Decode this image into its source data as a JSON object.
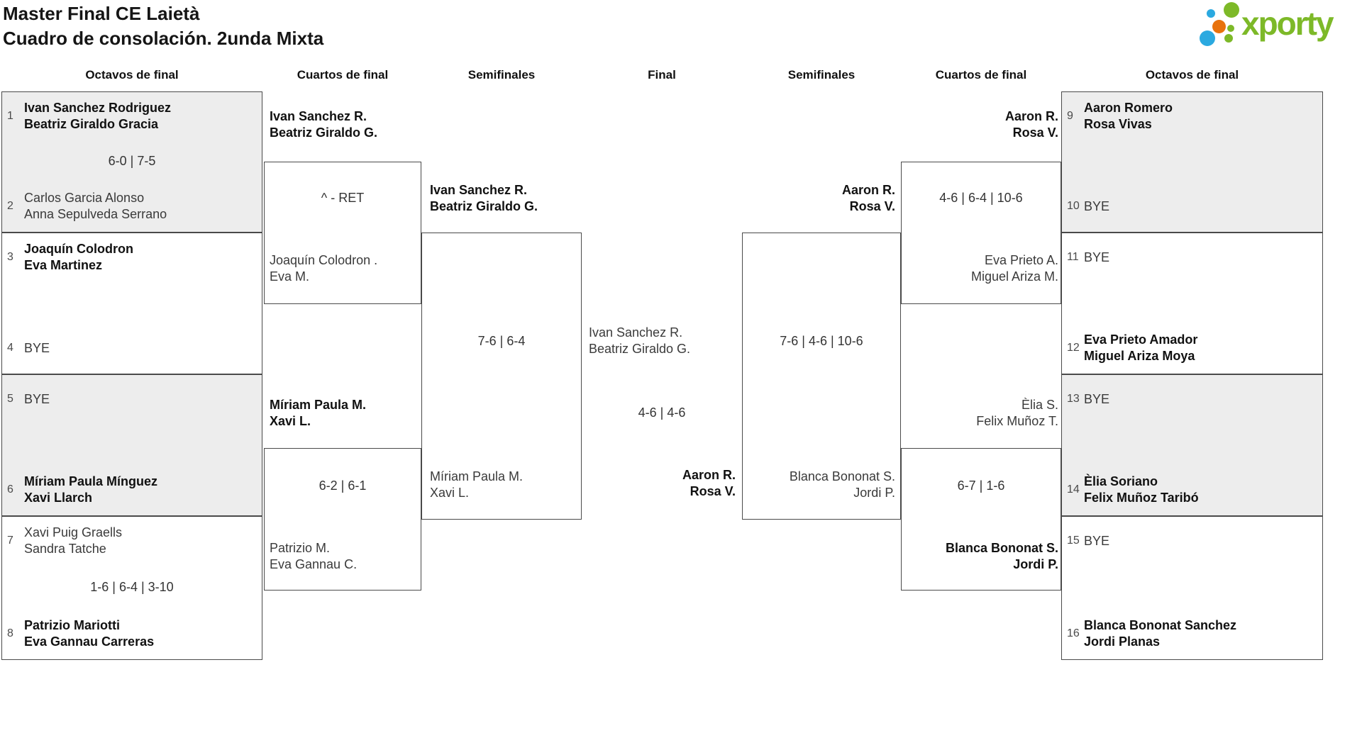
{
  "page": {
    "title_line1": "Master Final CE Laietà",
    "title_line2": "Cuadro de consolación. 2unda Mixta"
  },
  "logo": {
    "text": "xporty"
  },
  "colors": {
    "brand_green": "#7db928",
    "brand_blue": "#2ba9e0",
    "brand_orange": "#e8720c",
    "shade_gray": "#ededed",
    "line_gray": "#4a4a4a"
  },
  "columns": {
    "left_r16": "Octavos de final",
    "left_qf": "Cuartos de final",
    "left_sf": "Semifinales",
    "final": "Final",
    "right_sf": "Semifinales",
    "right_qf": "Cuartos de final",
    "right_r16": "Octavos de final"
  },
  "r16_left": [
    {
      "score": "6-0 | 7-5",
      "top": {
        "seed": "1",
        "l1": "Ivan Sanchez Rodriguez",
        "l2": "Beatriz Giraldo Gracia",
        "winner": true
      },
      "bottom": {
        "seed": "2",
        "l1": "Carlos Garcia Alonso",
        "l2": "Anna Sepulveda Serrano",
        "winner": false
      }
    },
    {
      "score": "",
      "top": {
        "seed": "3",
        "l1": "Joaquín Colodron",
        "l2": "Eva Martinez",
        "winner": true
      },
      "bottom": {
        "seed": "4",
        "l1": "BYE",
        "l2": "",
        "winner": false
      }
    },
    {
      "score": "",
      "top": {
        "seed": "5",
        "l1": "BYE",
        "l2": "",
        "winner": false
      },
      "bottom": {
        "seed": "6",
        "l1": "Míriam Paula Mínguez",
        "l2": "Xavi Llarch",
        "winner": true
      }
    },
    {
      "score": "1-6 | 6-4 | 3-10",
      "top": {
        "seed": "7",
        "l1": "Xavi Puig Graells",
        "l2": "Sandra Tatche",
        "winner": false
      },
      "bottom": {
        "seed": "8",
        "l1": "Patrizio Mariotti",
        "l2": "Eva Gannau Carreras",
        "winner": true
      }
    }
  ],
  "r16_right": [
    {
      "score": "",
      "top": {
        "seed": "9",
        "l1": "Aaron Romero",
        "l2": "Rosa Vivas",
        "winner": true
      },
      "bottom": {
        "seed": "10",
        "l1": "BYE",
        "l2": "",
        "winner": false
      }
    },
    {
      "score": "",
      "top": {
        "seed": "11",
        "l1": "BYE",
        "l2": "",
        "winner": false
      },
      "bottom": {
        "seed": "12",
        "l1": "Eva Prieto Amador",
        "l2": "Miguel Ariza Moya",
        "winner": true
      }
    },
    {
      "score": "",
      "top": {
        "seed": "13",
        "l1": "BYE",
        "l2": "",
        "winner": false
      },
      "bottom": {
        "seed": "14",
        "l1": "Èlia Soriano",
        "l2": "Felix Muñoz Taribó",
        "winner": true
      }
    },
    {
      "score": "",
      "top": {
        "seed": "15",
        "l1": "BYE",
        "l2": "",
        "winner": false
      },
      "bottom": {
        "seed": "16",
        "l1": "Blanca Bononat Sanchez",
        "l2": "Jordi Planas",
        "winner": true
      }
    }
  ],
  "qf_left": [
    {
      "top1": "Ivan Sanchez R.",
      "top2": "Beatriz Giraldo G.",
      "top_winner": true,
      "score": "^ - RET",
      "bottom1": "Joaquín Colodron .",
      "bottom2": "Eva M.",
      "bottom_winner": false
    },
    {
      "top1": "Míriam Paula M.",
      "top2": "Xavi L.",
      "top_winner": true,
      "score": "6-2 | 6-1",
      "bottom1": "Patrizio M.",
      "bottom2": "Eva Gannau C.",
      "bottom_winner": false
    }
  ],
  "qf_right": [
    {
      "top1": "Aaron R.",
      "top2": "Rosa V.",
      "top_winner": true,
      "score": "4-6 | 6-4 | 10-6",
      "bottom1": "Eva Prieto A.",
      "bottom2": "Miguel Ariza M.",
      "bottom_winner": false
    },
    {
      "top1": "Èlia S.",
      "top2": "Felix Muñoz T.",
      "top_winner": false,
      "score": "6-7 | 1-6",
      "bottom1": "Blanca Bononat S.",
      "bottom2": "Jordi P.",
      "bottom_winner": true
    }
  ],
  "sf_left": {
    "top1": "Ivan Sanchez R.",
    "top2": "Beatriz Giraldo G.",
    "top_winner": true,
    "score": "7-6 | 6-4",
    "bottom1": "Míriam Paula M.",
    "bottom2": "Xavi L.",
    "bottom_winner": false
  },
  "sf_right": {
    "top1": "Aaron R.",
    "top2": "Rosa V.",
    "top_winner": true,
    "score": "7-6 | 4-6 | 10-6",
    "bottom1": "Blanca Bononat S.",
    "bottom2": "Jordi P.",
    "bottom_winner": false
  },
  "final": {
    "left1": "Ivan Sanchez R.",
    "left2": "Beatriz Giraldo G.",
    "left_winner": false,
    "score": "4-6 | 4-6",
    "right1": "Aaron R.",
    "right2": "Rosa V.",
    "right_winner": true
  }
}
